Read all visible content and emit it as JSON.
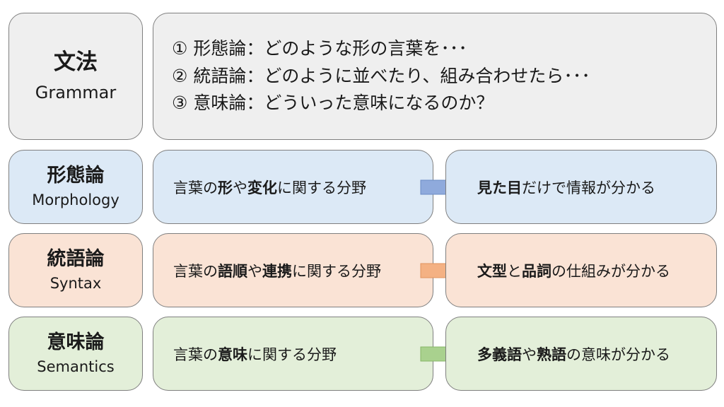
{
  "grammar": {
    "jp": "文法",
    "en": "Grammar",
    "items": [
      "① 形態論：どのような形の言葉を･･･",
      "② 統語論：どのように並べたり、組み合わせたら･･･",
      "③ 意味論：どういった意味になるのか？"
    ]
  },
  "rows": [
    {
      "jp": "形態論",
      "en": "Morphology",
      "field": [
        {
          "t": "言葉の",
          "b": false
        },
        {
          "t": "形",
          "b": true
        },
        {
          "t": "や",
          "b": false
        },
        {
          "t": "変化",
          "b": true
        },
        {
          "t": "に関する分野",
          "b": false
        }
      ],
      "result": [
        {
          "t": "見た目",
          "b": true
        },
        {
          "t": "だけで情報が分かる",
          "b": false
        }
      ],
      "arrow_color": "#8faadc"
    },
    {
      "jp": "統語論",
      "en": "Syntax",
      "field": [
        {
          "t": "言葉の",
          "b": false
        },
        {
          "t": "語順",
          "b": true
        },
        {
          "t": "や",
          "b": false
        },
        {
          "t": "連携",
          "b": true
        },
        {
          "t": "に関する分野",
          "b": false
        }
      ],
      "result": [
        {
          "t": "文型",
          "b": true
        },
        {
          "t": "と",
          "b": false
        },
        {
          "t": "品詞",
          "b": true
        },
        {
          "t": "の仕組みが分かる",
          "b": false
        }
      ],
      "arrow_color": "#f4b183"
    },
    {
      "jp": "意味論",
      "en": "Semantics",
      "field": [
        {
          "t": "言葉の",
          "b": false
        },
        {
          "t": "意味",
          "b": true
        },
        {
          "t": "に関する分野",
          "b": false
        }
      ],
      "result": [
        {
          "t": "多義語",
          "b": true
        },
        {
          "t": "や",
          "b": false
        },
        {
          "t": "熟語",
          "b": true
        },
        {
          "t": "の意味が分かる",
          "b": false
        }
      ],
      "arrow_color": "#a9d18e"
    }
  ]
}
